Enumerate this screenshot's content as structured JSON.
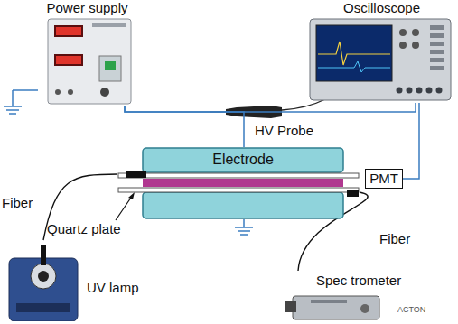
{
  "diagram": {
    "nodes": [
      {
        "text": [
          "Power supply"
        ]
      },
      {
        "text": [
          "Oscilloscope"
        ]
      },
      {
        "text": [
          "Electrode"
        ]
      },
      {
        "text": [
          "PMT"
        ]
      },
      {
        "text": [
          "UV lamp"
        ]
      },
      {
        "text": [
          "Spec trometer"
        ]
      }
    ],
    "edges": [
      {
        "from": 0,
        "to": 1,
        "arrow": "none"
      },
      {
        "from": 0,
        "to": 2,
        "arrow": "none"
      },
      {
        "from": 3,
        "to": 1,
        "arrow": "none"
      },
      {
        "from": 4,
        "to": 2,
        "arrow": "none"
      },
      {
        "from": 5,
        "to": 2,
        "arrow": "none"
      }
    ],
    "labels": [
      "HV Probe",
      "Fiber",
      "Quartz plate",
      "Fiber",
      "ACTON"
    ]
  }
}
